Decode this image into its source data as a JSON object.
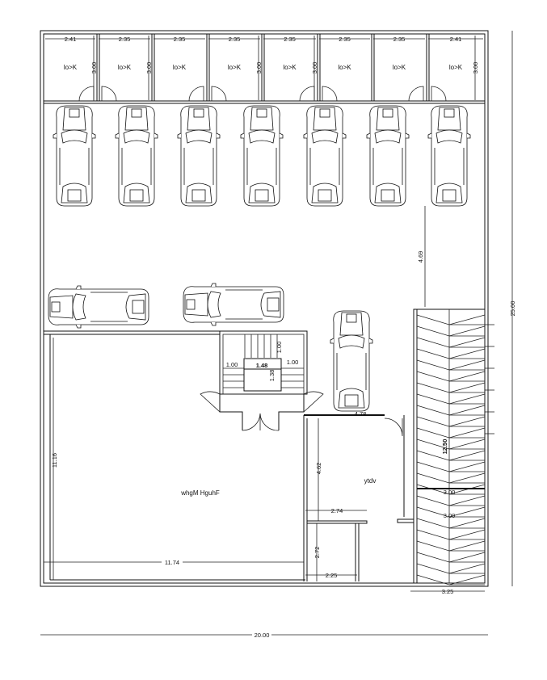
{
  "shops": {
    "label": "lo>K",
    "widths": [
      "2.41",
      "2.35",
      "2.35",
      "2.35",
      "2.35",
      "2.35",
      "2.35",
      "2.41"
    ],
    "depth": "3.00"
  },
  "dimensions": {
    "drive_aisle": "4.69",
    "stair_top": "1.00",
    "stair_left": "1.00",
    "stair_landing": "1.48",
    "stair_right": "1.00",
    "stair_height": "1.38",
    "corridor": "4.78",
    "hall_height": "11.16",
    "hall_width": "11.74",
    "room_height": "4.62",
    "room_width": "2.74",
    "wc_height": "2.72",
    "wc_width": "2.25",
    "ramp_length": "12.50",
    "ramp_mid1": "3.00",
    "ramp_mid2": "3.00",
    "ramp_width": "3.25",
    "total_width": "20.00",
    "total_depth": "25.00"
  },
  "rooms": {
    "hall": "whgM HguhF",
    "office": "ytdv"
  }
}
